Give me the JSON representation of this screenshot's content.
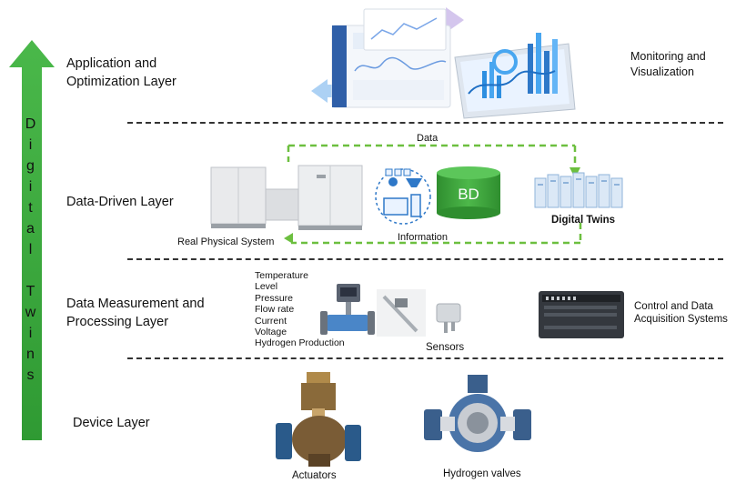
{
  "side_label": "Digital Twins",
  "layers": {
    "application": "Application and Optimization Layer",
    "data_driven": "Data-Driven Layer",
    "measurement": "Data Measurement and Processing Layer",
    "device": "Device Layer"
  },
  "application": {
    "monitoring": "Monitoring and Visualization"
  },
  "data_driven": {
    "data_label": "Data",
    "information_label": "Information",
    "real_system_label": "Real Physical System",
    "bd_label": "BD",
    "digital_twins_label": "Digital Twins"
  },
  "measurement": {
    "parameters": [
      "Temperature",
      "Level",
      "Pressure",
      "Flow rate",
      "Current",
      "Voltage",
      "Hydrogen Production"
    ],
    "sensors_label": "Sensors",
    "control_label": "Control and Data Acquisition Systems"
  },
  "device": {
    "actuators_label": "Actuators",
    "valves_label": "Hydrogen valves"
  },
  "colors": {
    "arrow_green": "#3aaa35",
    "dashed_green": "#6cbf3f",
    "bd_green": "#3a9a36",
    "accent_blue": "#2e78c8"
  }
}
